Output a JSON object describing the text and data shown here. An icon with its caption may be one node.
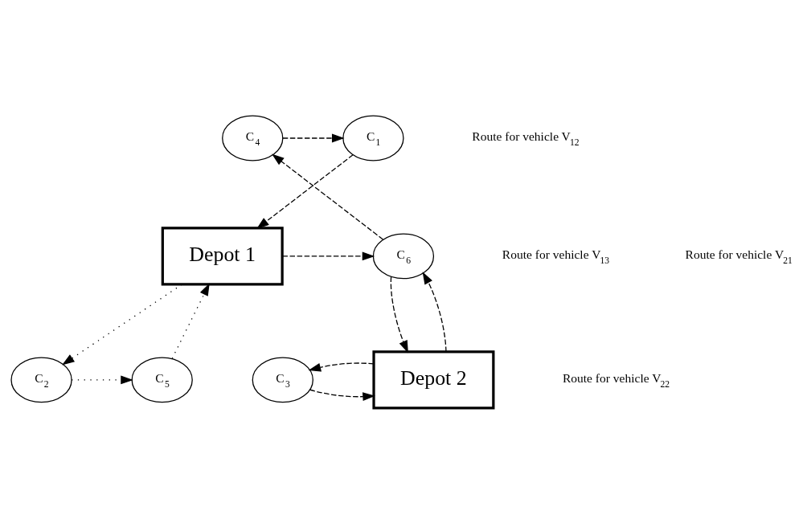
{
  "diagram": {
    "nodes": [
      {
        "text": [
          "C$_{1}$"
        ]
      },
      {
        "text": [
          "C$_{4}$"
        ]
      },
      {
        "text": [
          "C$_{3}$"
        ]
      },
      {
        "text": [
          "Depot 2"
        ]
      },
      {
        "text": [
          "Depot 1"
        ]
      },
      {
        "text": [
          "C$_{6}$"
        ]
      },
      {
        "text": [
          "C$_{2}$"
        ]
      },
      {
        "text": [
          "C$_{5}$"
        ]
      }
    ],
    "edges": [
      {
        "from": 1,
        "to": 0,
        "arrow": "to",
        "style": "dashed"
      },
      {
        "from": 0,
        "to": 4,
        "arrow": "to",
        "style": "dashed"
      },
      {
        "from": 4,
        "to": 5,
        "arrow": "to",
        "style": "dashed"
      },
      {
        "from": 5,
        "to": 1,
        "arrow": "to",
        "style": "dashed"
      },
      {
        "from": 2,
        "to": 3,
        "arrow": "to",
        "style": "dashed"
      },
      {
        "from": 3,
        "to": 2,
        "arrow": "to",
        "style": "dashed"
      },
      {
        "from": 3,
        "to": 5,
        "arrow": "to",
        "style": "dashed"
      },
      {
        "from": 5,
        "to": 3,
        "arrow": "to",
        "style": "dashed"
      },
      {
        "from": 4,
        "to": 6,
        "arrow": "to"
      },
      {
        "from": 6,
        "to": 7,
        "arrow": "to"
      },
      {
        "from": 7,
        "to": 4,
        "arrow": "to"
      }
    ],
    "labels": [
      "Route for vehicle V$_{22}$",
      "Route for vehicle V$_{13}$",
      "Route for vehicle V$_{21}$",
      "Route for vehicle V$_{12}$"
    ]
  }
}
